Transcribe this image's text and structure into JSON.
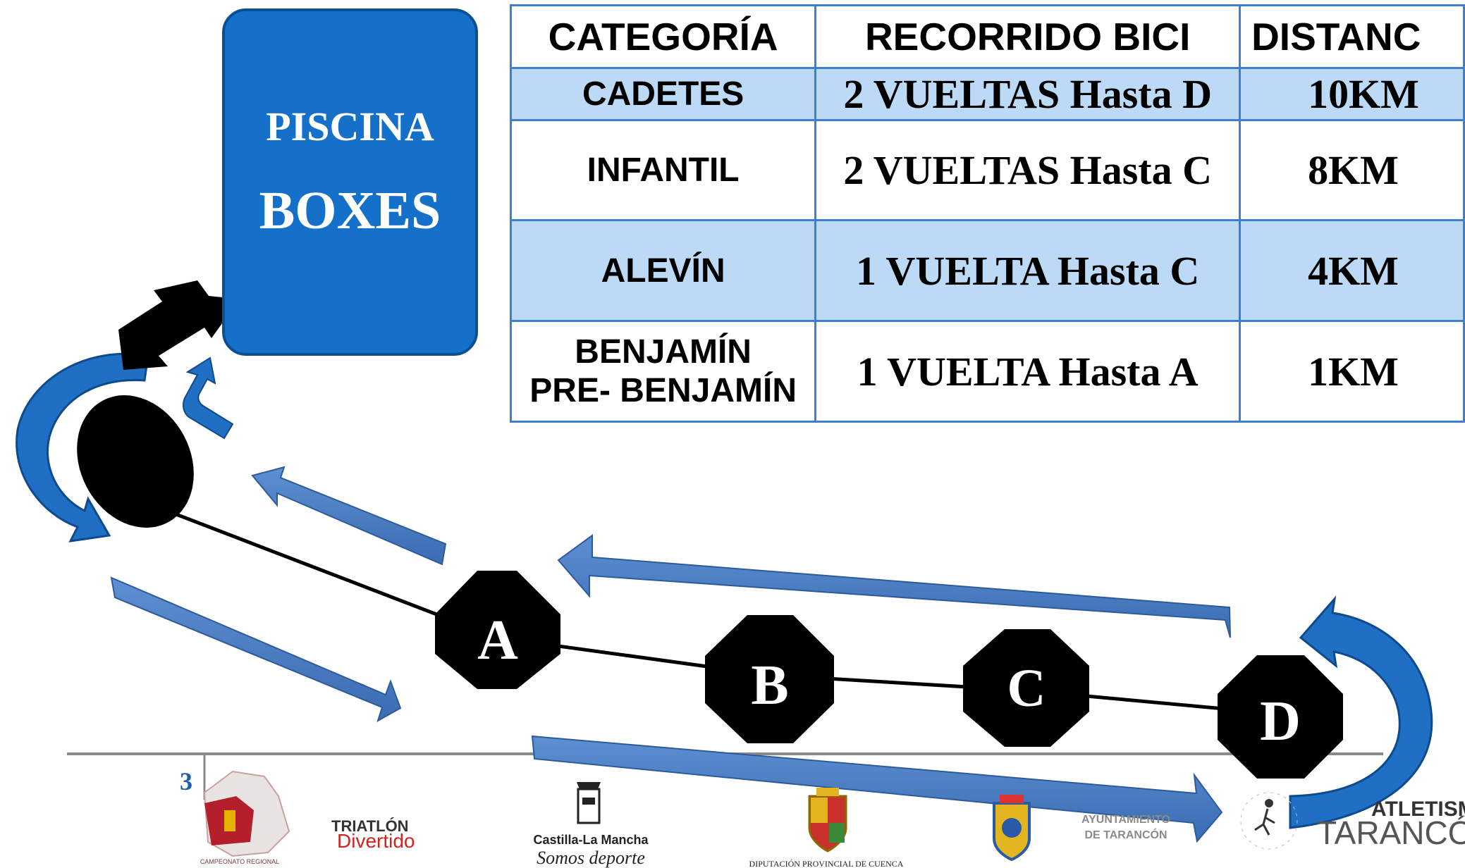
{
  "piscina": {
    "line1": "PISCINA",
    "line2": "BOXES"
  },
  "table": {
    "headers": [
      "CATEGORÍA",
      "RECORRIDO BICI",
      "DISTANC"
    ],
    "rows": [
      {
        "categoria": [
          "CADETES"
        ],
        "recorrido": "2 VUELTAS Hasta D",
        "distancia": "10KM",
        "shaded": true
      },
      {
        "categoria": [
          "INFANTIL"
        ],
        "recorrido": "2 VUELTAS Hasta C",
        "distancia": "8KM",
        "shaded": false
      },
      {
        "categoria": [
          "ALEVÍN"
        ],
        "recorrido": "1 VUELTA Hasta C",
        "distancia": "4KM",
        "shaded": true
      },
      {
        "categoria": [
          "BENJAMÍN",
          "PRE- BENJAMÍN"
        ],
        "recorrido": "1 VUELTA Hasta A",
        "distancia": "1KM",
        "shaded": false
      }
    ]
  },
  "points": {
    "a": "A",
    "b": "B",
    "c": "C",
    "d": "D"
  },
  "footer": {
    "page_number": "3",
    "logo_triatlon": "TRIATLÓN",
    "logo_divertido": "Divertido",
    "logo_castilla": "Castilla-La Mancha",
    "logo_somos": "Somos deporte",
    "logo_diputacion": "DIPUTACIÓN PROVINCIAL DE CUENCA",
    "logo_ayto1": "AYUNTAMIENTO",
    "logo_ayto2": "DE TARANCÓN",
    "logo_atletismo1": "ATLETISMO",
    "logo_atletismo2": "TARANCÓN"
  },
  "colors": {
    "box_blue": "#1470c8",
    "arrow_blue": "#4a7cc0",
    "curve_blue": "#1f6fc5",
    "table_shade": "#bcd9f6"
  }
}
